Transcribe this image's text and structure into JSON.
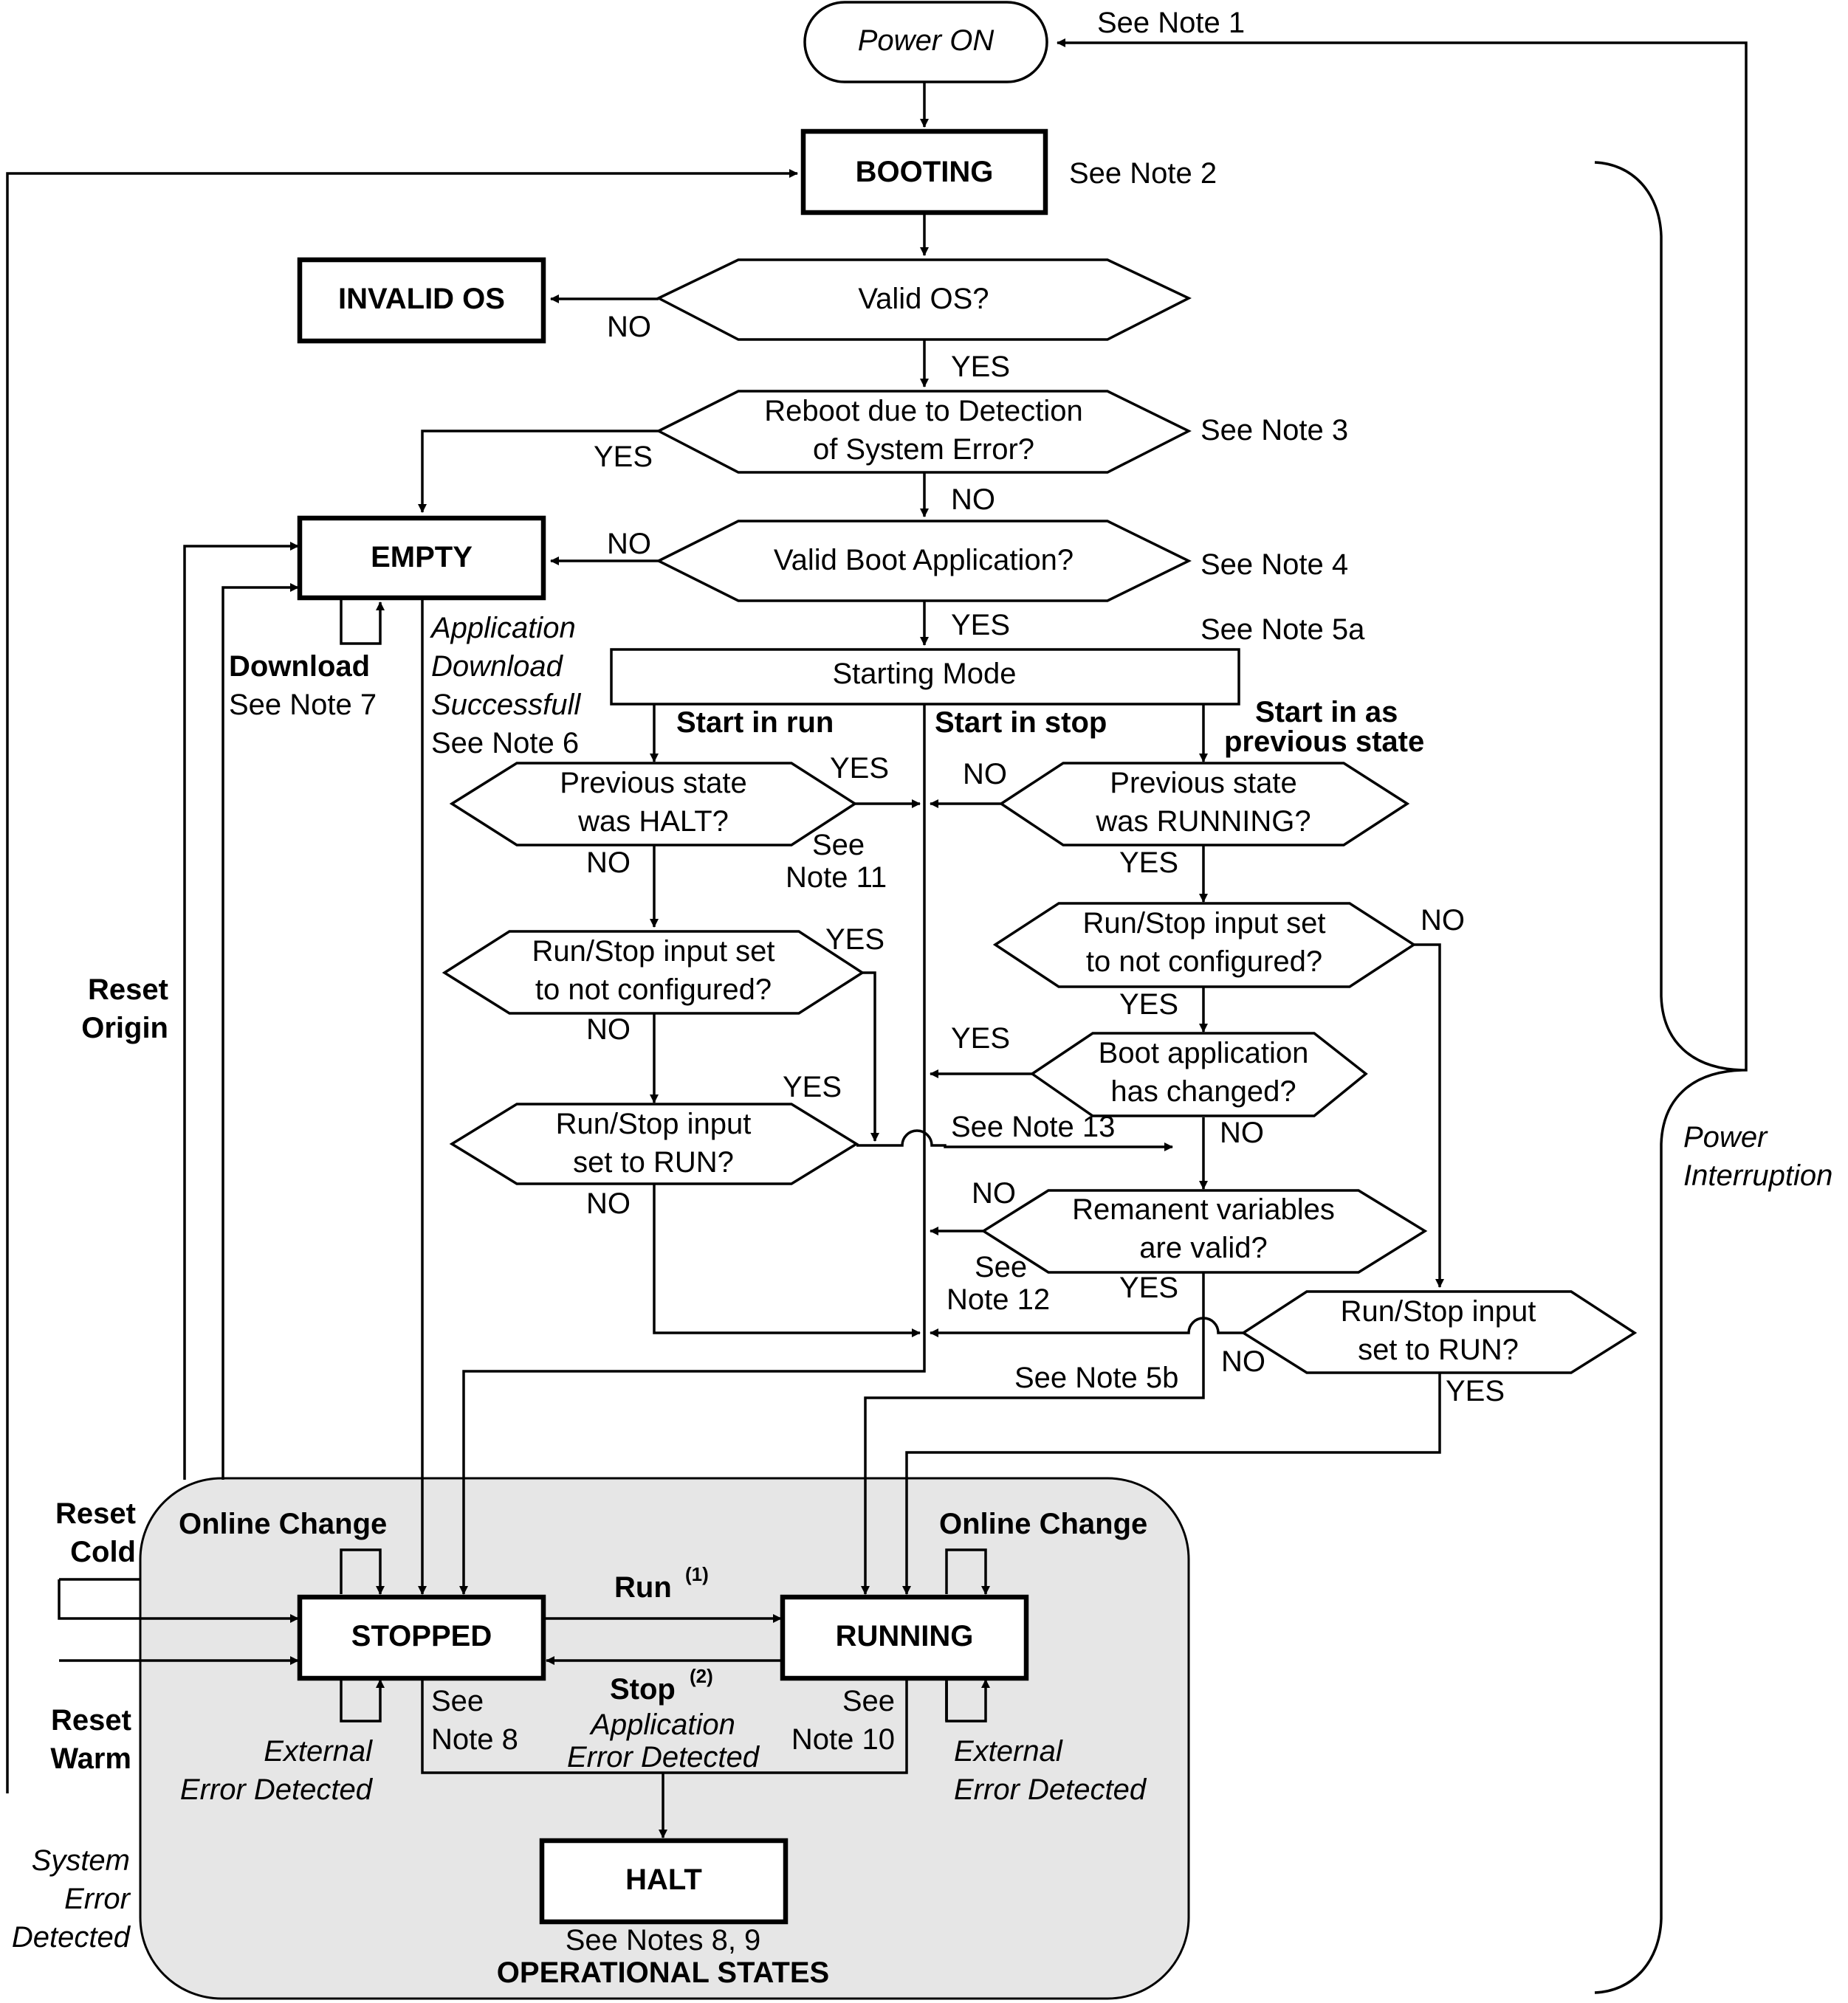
{
  "diagram": {
    "power_on": "Power ON",
    "see_note_1": "See Note 1",
    "booting": "BOOTING",
    "see_note_2": "See Note 2",
    "invalid_os": "INVALID OS",
    "valid_os_q": "Valid OS?",
    "reboot_q_line1": "Reboot due to Detection",
    "reboot_q_line2": "of System Error?",
    "see_note_3": "See Note 3",
    "empty": "EMPTY",
    "valid_boot_q": "Valid Boot Application?",
    "see_note_4": "See Note 4",
    "see_note_5a": "See Note 5a",
    "starting_mode": "Starting Mode",
    "start_in_run": "Start in run",
    "start_in_stop": "Start in stop",
    "start_prev_line1": "Start in as",
    "start_prev_line2": "previous state",
    "download": "Download",
    "see_note_7": "See Note 7",
    "app_dl_line1": "Application",
    "app_dl_line2": "Download",
    "app_dl_line3": "Successfull",
    "see_note_6": "See Note 6",
    "prev_halt_line1": "Previous state",
    "prev_halt_line2": "was HALT?",
    "see_note_11_line1": "See",
    "see_note_11_line2": "Note 11",
    "prev_running_line1": "Previous state",
    "prev_running_line2": "was RUNNING?",
    "rs_notconf_line1": "Run/Stop input set",
    "rs_notconf_line2": "to not configured?",
    "boot_changed_line1": "Boot application",
    "boot_changed_line2": "has changed?",
    "rs_run_line1": "Run/Stop input",
    "rs_run_line2": "set to RUN?",
    "see_note_13": "See Note 13",
    "remanent_line1": "Remanent variables",
    "remanent_line2": "are valid?",
    "see_note_12_line1": "See",
    "see_note_12_line2": "Note 12",
    "see_note_5b": "See Note 5b",
    "reset_origin_line1": "Reset",
    "reset_origin_line2": "Origin",
    "reset_cold_line1": "Reset",
    "reset_cold_line2": "Cold",
    "reset_warm_line1": "Reset",
    "reset_warm_line2": "Warm",
    "online_change": "Online Change",
    "stopped": "STOPPED",
    "running": "RUNNING",
    "run": "Run",
    "run_sup": "(1)",
    "stop": "Stop",
    "stop_sup": "(2)",
    "app_err_line1": "Application",
    "app_err_line2": "Error Detected",
    "see": "See",
    "note_8": "Note 8",
    "note_10": "Note 10",
    "ext_err_line1": "External",
    "ext_err_line2": "Error Detected",
    "halt": "HALT",
    "see_notes_8_9": "See Notes 8, 9",
    "operational_states": "OPERATIONAL STATES",
    "sys_err_line1": "System",
    "sys_err_line2": "Error",
    "sys_err_line3": "Detected",
    "power_int_line1": "Power",
    "power_int_line2": "Interruption",
    "yes": "YES",
    "no": "NO"
  }
}
